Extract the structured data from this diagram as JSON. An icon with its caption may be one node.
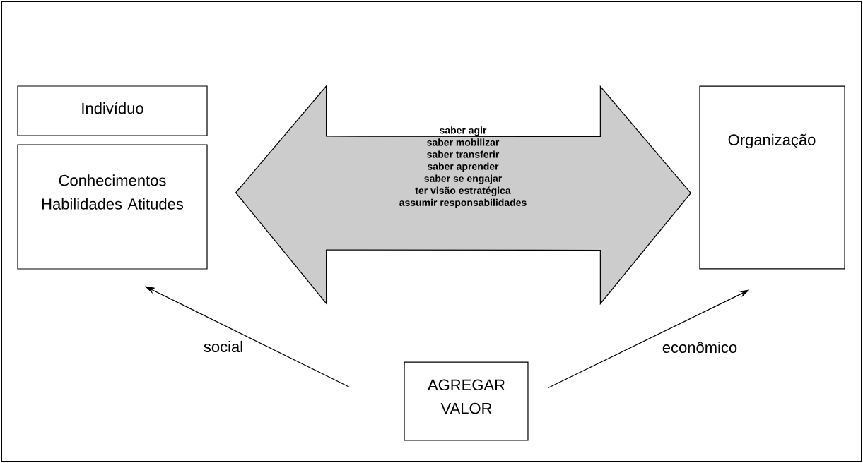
{
  "diagram": {
    "nodes": [
      {
        "text": [
          "Indivíduo"
        ]
      },
      {
        "text": [
          "Conhecimentos Habilidades Atitudes"
        ]
      },
      {
        "text": [
          "saber agir",
          "saber mobilizar",
          "saber transferir",
          "saber aprender",
          "saber se engajar",
          "ter visão estratégica",
          "assumir responsabilidades"
        ]
      },
      {
        "text": [
          "Organização"
        ]
      },
      {
        "text": [
          "AGREGAR VALOR"
        ]
      }
    ],
    "edges": [
      {
        "from": 1,
        "to": 3,
        "arrow": "both"
      },
      {
        "from": 4,
        "to": 1,
        "arrow": "to",
        "label": "social"
      },
      {
        "from": 4,
        "to": 3,
        "arrow": "to",
        "label": "econômico"
      }
    ]
  }
}
